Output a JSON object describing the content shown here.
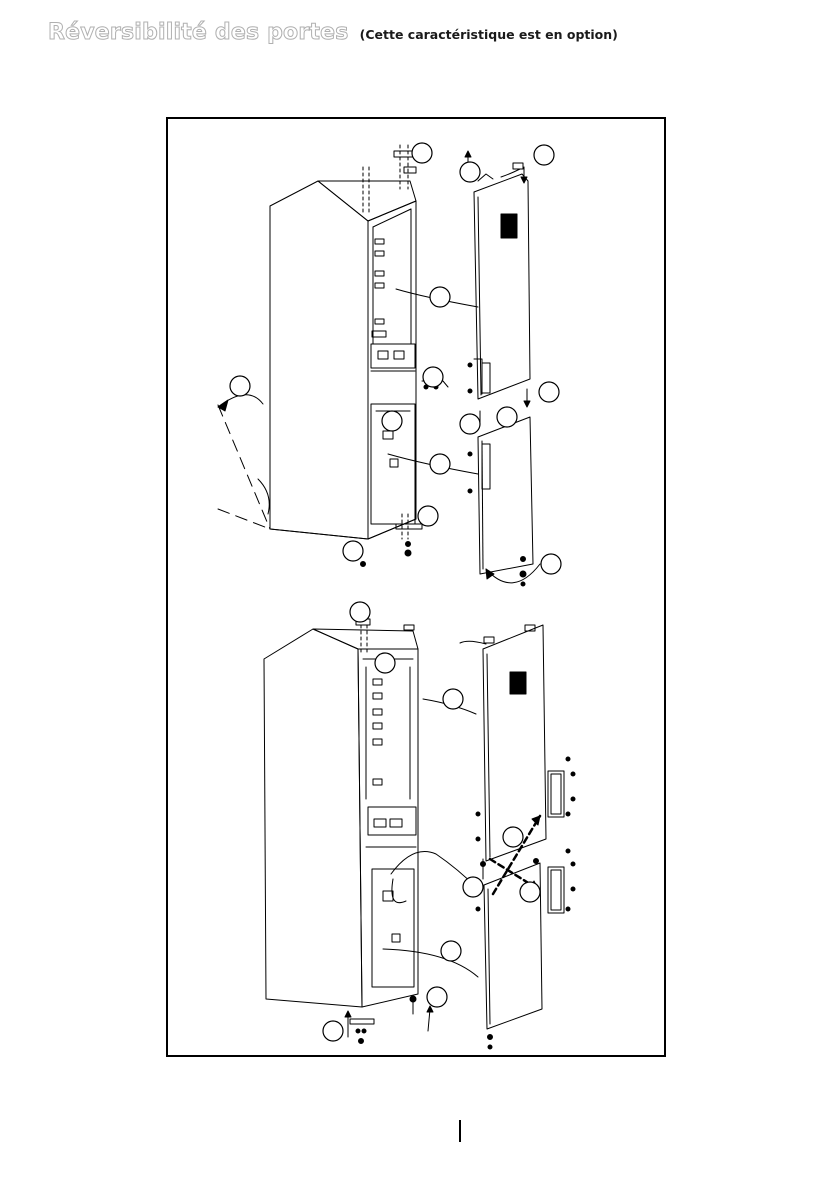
{
  "header": {
    "title": "Réversibilité des portes",
    "note": "(Cette caractéristique est en option)"
  },
  "colors": {
    "title_outline": "#b0b0b0",
    "line": "#000000"
  },
  "figure": {
    "step_badge_count": 25
  }
}
